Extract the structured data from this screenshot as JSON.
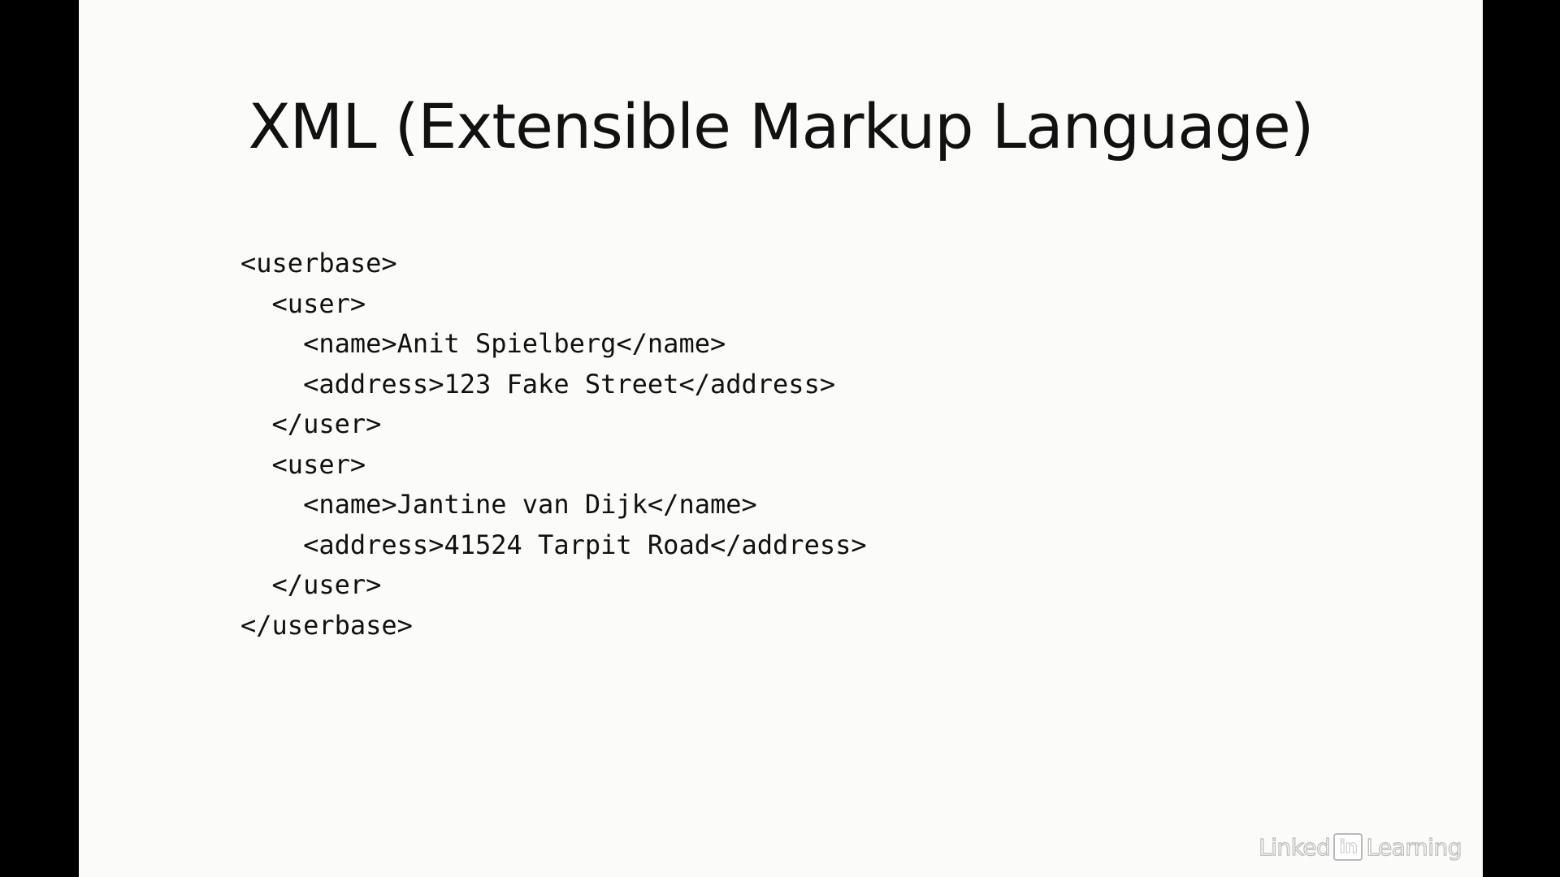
{
  "slide": {
    "title": "XML (Extensible Markup Language)",
    "code_lines": [
      "<userbase>",
      "  <user>",
      "    <name>Anit Spielberg</name>",
      "    <address>123 Fake Street</address>",
      "  </user>",
      "  <user>",
      "    <name>Jantine van Dijk</name>",
      "    <address>41524 Tarpit Road</address>",
      "  </user>",
      "</userbase>"
    ]
  },
  "watermark": {
    "prefix": "Linked",
    "box": "in",
    "suffix": "Learning"
  },
  "colors": {
    "slide_background": "#fbfbf9",
    "letterbox": "#000000",
    "text": "#111111",
    "watermark_outline": "#b9b9b9"
  }
}
